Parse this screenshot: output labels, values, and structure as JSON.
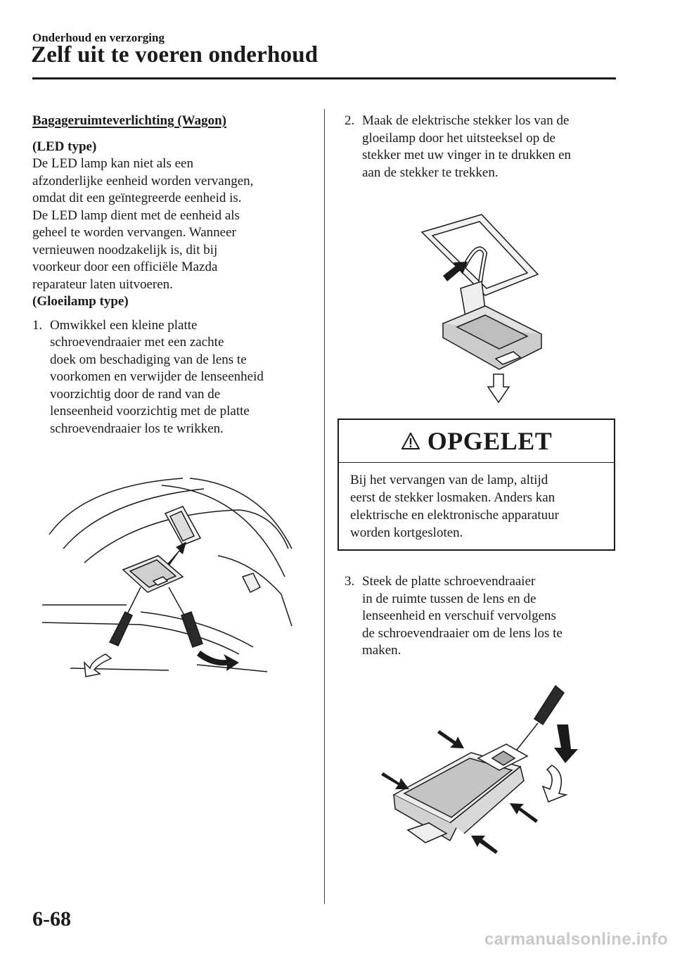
{
  "header": {
    "section": "Onderhoud en verzorging",
    "title": "Zelf uit te voeren onderhoud"
  },
  "left": {
    "heading": "Bagageruimteverlichting (Wagon)",
    "led_heading": "(LED type)",
    "led_lines": [
      "De LED lamp kan niet als een",
      "afzonderlijke eenheid worden vervangen,",
      "omdat dit een geïntegreerde eenheid is.",
      "De LED lamp dient met de eenheid als",
      "geheel te worden vervangen. Wanneer",
      "vernieuwen noodzakelijk is, dit bij",
      "voorkeur door een officiële Mazda",
      "reparateur laten uitvoeren."
    ],
    "bulb_heading": "(Gloeilamp type)",
    "step1_num": "1.",
    "step1_lines": [
      "Omwikkel een kleine platte",
      "schroevendraaier met een zachte",
      "doek om beschadiging van de lens te",
      "voorkomen en verwijder de lenseenheid",
      "voorzichtig door de rand van de",
      "lenseenheid voorzichtig met de platte",
      "schroevendraaier los te wrikken."
    ]
  },
  "right": {
    "step2_num": "2.",
    "step2_lines": [
      "Maak de elektrische stekker los van de",
      "gloeilamp door het uitsteeksel op de",
      "stekker met uw vinger in te drukken en",
      "aan de stekker te trekken."
    ],
    "caution_title": "OPGELET",
    "caution_lines": [
      "Bij het vervangen van de lamp, altijd",
      "eerst de stekker losmaken. Anders kan",
      "elektrische en elektronische apparatuur",
      "worden kortgesloten."
    ],
    "step3_num": "3.",
    "step3_lines": [
      "Steek de platte schroevendraaier",
      "in de ruimte tussen de lens en de",
      "lenseenheid en verschuif vervolgens",
      "de schroevendraaier om de lens los te",
      "maken."
    ]
  },
  "footer": {
    "page_number": "6-68",
    "watermark": "carmanualsonline.info"
  }
}
